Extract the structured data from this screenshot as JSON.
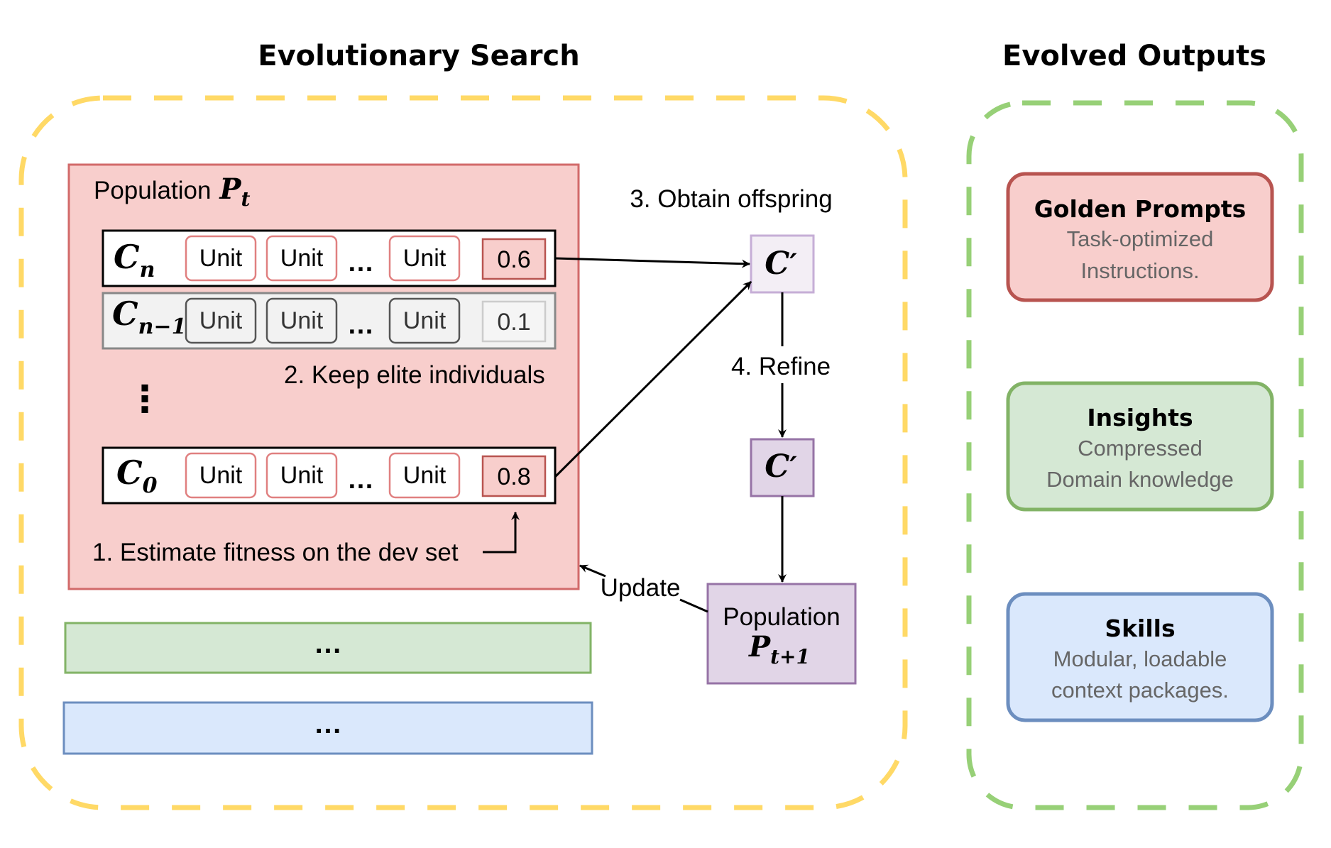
{
  "titles": {
    "left": "Evolutionary Search",
    "right": "Evolved Outputs"
  },
  "population": {
    "label": "Population",
    "symbol": "P",
    "subscript": "t"
  },
  "rows": [
    {
      "name": "C",
      "sub": "n",
      "units": [
        "Unit",
        "Unit",
        "Unit"
      ],
      "ellipsis": "…",
      "score": "0.6",
      "state": "active"
    },
    {
      "name": "C",
      "sub": "n−1",
      "units": [
        "Unit",
        "Unit",
        "Unit"
      ],
      "ellipsis": "…",
      "score": "0.1",
      "state": "discarded"
    },
    {
      "name": "C",
      "sub": "0",
      "units": [
        "Unit",
        "Unit",
        "Unit"
      ],
      "ellipsis": "…",
      "score": "0.8",
      "state": "active"
    }
  ],
  "vdots": "⋮",
  "steps": {
    "fitness": "1. Estimate fitness on the dev set",
    "elite": "2. Keep elite individuals",
    "offspring": "3. Obtain offspring",
    "refine": "4. Refine",
    "update": "Update"
  },
  "offspring": {
    "symbol": "C",
    "prime": "′"
  },
  "next_population": {
    "label": "Population",
    "symbol": "P",
    "subscript": "t+1"
  },
  "bars": [
    {
      "text": "…",
      "fill": "#d5e8d4",
      "stroke": "#82b366"
    },
    {
      "text": "…",
      "fill": "#dae8fc",
      "stroke": "#6c8ebf"
    }
  ],
  "outputs": [
    {
      "title": "Golden Prompts",
      "lines": [
        "Task-optimized",
        "Instructions."
      ],
      "fill": "#f8cecc",
      "stroke": "#b85450"
    },
    {
      "title": "Insights",
      "lines": [
        "Compressed",
        "Domain knowledge"
      ],
      "fill": "#d5e8d4",
      "stroke": "#82b366"
    },
    {
      "title": "Skills",
      "lines": [
        "Modular, loadable",
        "context packages."
      ],
      "fill": "#dae8fc",
      "stroke": "#6c8ebf"
    }
  ],
  "colors": {
    "population_fill": "#f8cecc",
    "population_stroke": "#b85450",
    "search_frame": "#ffd966",
    "outputs_frame": "#97d077",
    "offspring_fill": "#e1d5e7",
    "offspring_stroke": "#9673a6"
  }
}
